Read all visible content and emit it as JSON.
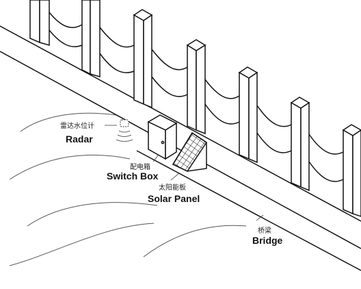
{
  "labels": {
    "radar_cn": "雷达水位计",
    "radar_en": "Radar",
    "switch_box_cn": "配电箱",
    "switch_box_en": "Switch Box",
    "solar_cn": "太阳能板",
    "solar_en": "Solar Panel",
    "bridge_cn": "桥梁",
    "bridge_en": "Bridge"
  }
}
